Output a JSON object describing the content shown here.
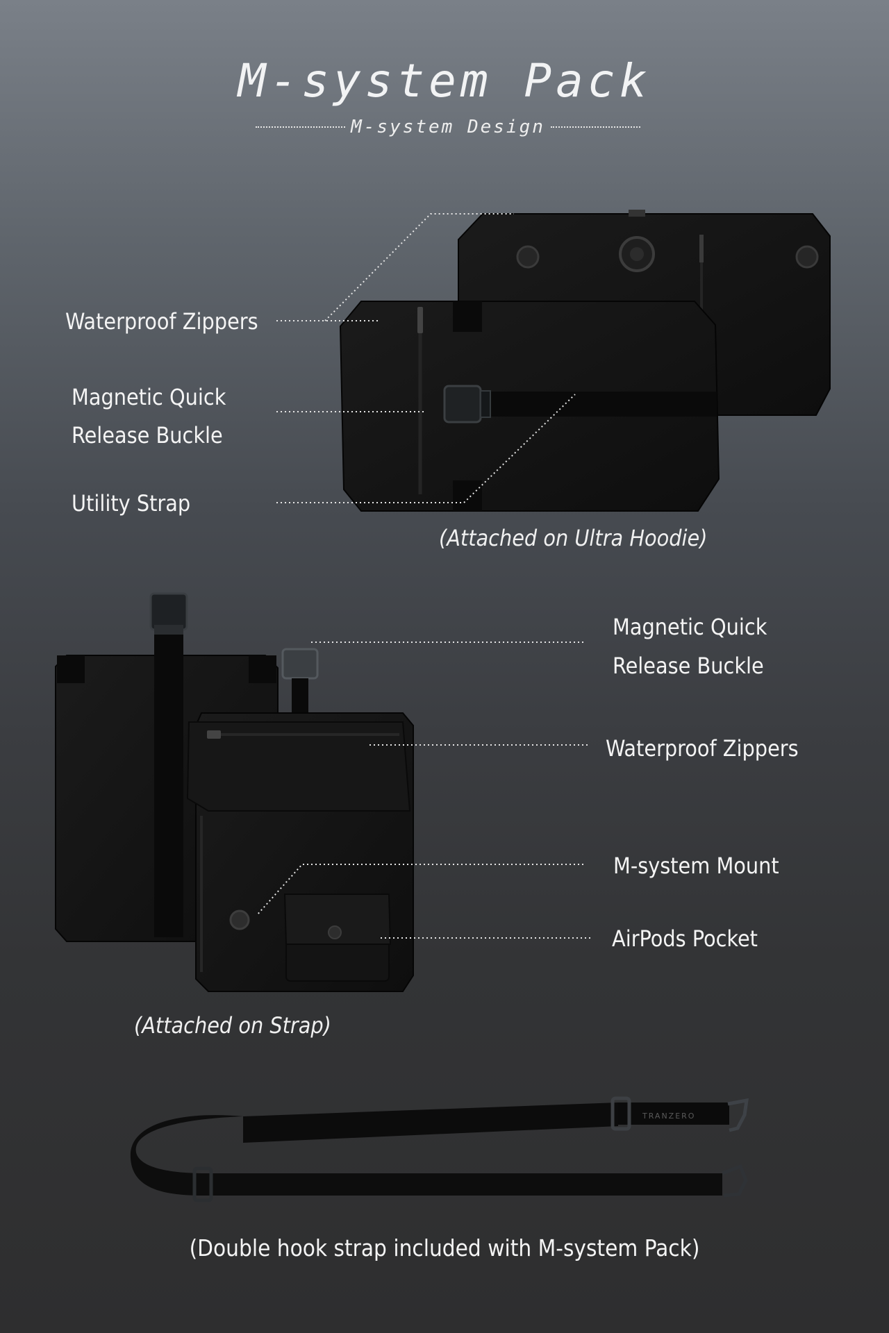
{
  "header": {
    "title": "M-system Pack",
    "subtitle": "M-system Design"
  },
  "section_top": {
    "labels": {
      "zippers": "Waterproof Zippers",
      "buckle_line1": "Magnetic Quick",
      "buckle_line2": "Release Buckle",
      "strap": "Utility Strap"
    },
    "caption": "(Attached on Ultra Hoodie)"
  },
  "section_middle": {
    "labels": {
      "buckle_line1": "Magnetic Quick",
      "buckle_line2": "Release Buckle",
      "zippers": "Waterproof Zippers",
      "mount": "M-system Mount",
      "airpods": "AirPods Pocket"
    },
    "caption": "(Attached on Strap)"
  },
  "footer": {
    "caption": "(Double hook strap included with M-system Pack)",
    "strap_brand": "TRANZERO"
  },
  "colors": {
    "fabric": "#141414",
    "webbing": "#0c0c0c",
    "hardware": "#2a2d30",
    "leader_line": "#e6e6e6"
  }
}
